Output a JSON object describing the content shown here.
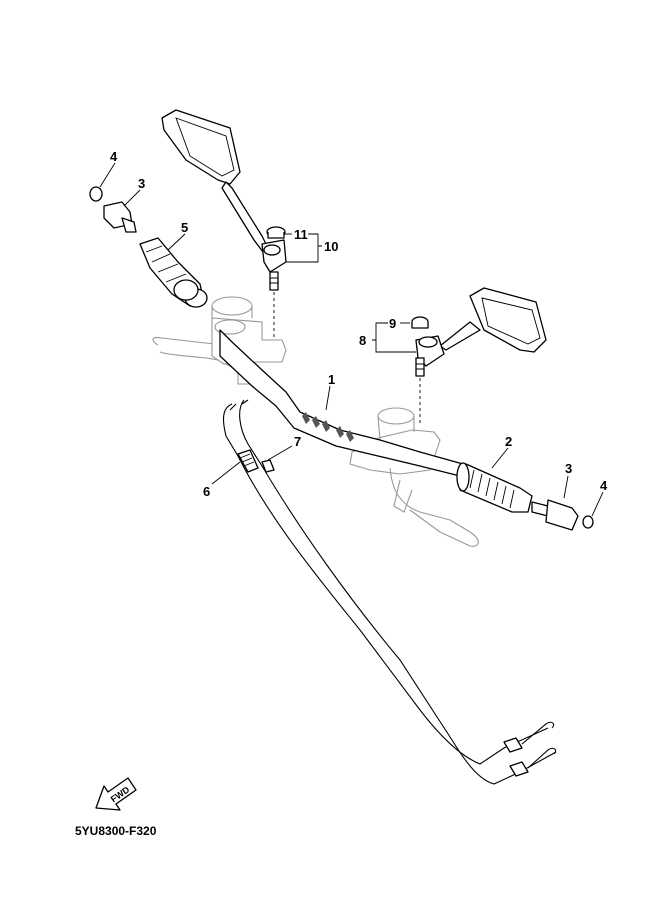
{
  "diagram": {
    "drawing_code": "5YU8300-F320",
    "fwd_label": "FWD",
    "callouts": [
      {
        "id": "1",
        "label": "1"
      },
      {
        "id": "2",
        "label": "2"
      },
      {
        "id": "3a",
        "label": "3"
      },
      {
        "id": "3b",
        "label": "3"
      },
      {
        "id": "4a",
        "label": "4"
      },
      {
        "id": "4b",
        "label": "4"
      },
      {
        "id": "5",
        "label": "5"
      },
      {
        "id": "6",
        "label": "6"
      },
      {
        "id": "7",
        "label": "7"
      },
      {
        "id": "8",
        "label": "8"
      },
      {
        "id": "9",
        "label": "9"
      },
      {
        "id": "10",
        "label": "10"
      },
      {
        "id": "11",
        "label": "11"
      }
    ]
  }
}
